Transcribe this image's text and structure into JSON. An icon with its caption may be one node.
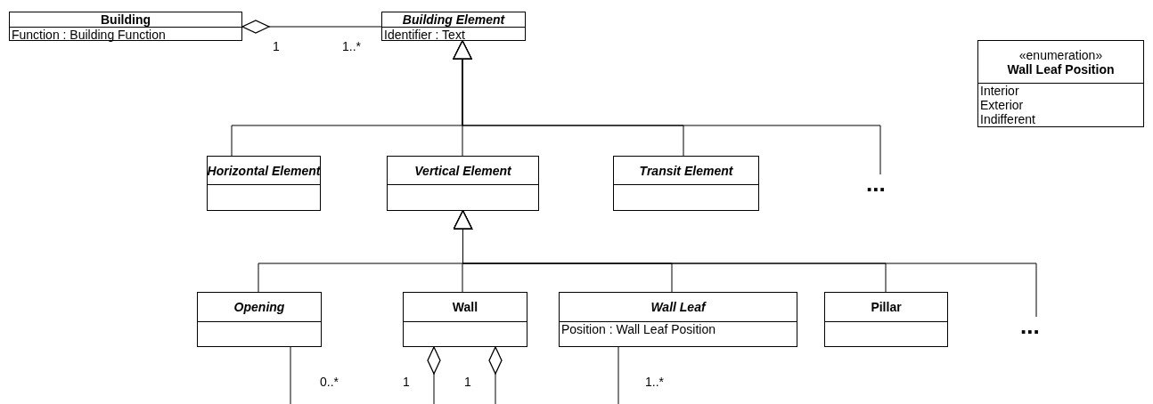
{
  "diagram": {
    "nodes": [
      {
        "text": [
          "Building",
          "Function : Building Function"
        ]
      },
      {
        "text": [
          "Building Element",
          "Identifier : Text"
        ]
      },
      {
        "text": [
          "Horizontal Element"
        ]
      },
      {
        "text": [
          "Vertical Element"
        ]
      },
      {
        "text": [
          "Transit Element"
        ]
      },
      {
        "text": [
          "..."
        ]
      },
      {
        "text": [
          "Opening"
        ]
      },
      {
        "text": [
          "Wall"
        ]
      },
      {
        "text": [
          "Wall Leaf",
          "Position : Wall Leaf Position"
        ]
      },
      {
        "text": [
          "Pillar"
        ]
      },
      {
        "text": [
          "..."
        ]
      },
      {
        "text": [
          "«enumeration»",
          "Wall Leaf Position",
          "Interior",
          "Exterior",
          "Indifferent"
        ]
      }
    ],
    "edges": [
      {
        "from": 1,
        "to": 0,
        "arrow": "other"
      },
      {
        "from": 2,
        "to": 1,
        "arrow": "to"
      },
      {
        "from": 3,
        "to": 1,
        "arrow": "to"
      },
      {
        "from": 4,
        "to": 1,
        "arrow": "to"
      },
      {
        "from": 5,
        "to": 1,
        "arrow": "to"
      },
      {
        "from": 6,
        "to": 3,
        "arrow": "to"
      },
      {
        "from": 7,
        "to": 3,
        "arrow": "to"
      },
      {
        "from": 8,
        "to": 3,
        "arrow": "to"
      },
      {
        "from": 9,
        "to": 3,
        "arrow": "to"
      },
      {
        "from": 10,
        "to": 3,
        "arrow": "to"
      },
      {
        "from": 6,
        "to": null,
        "arrow": "none"
      },
      {
        "from": null,
        "to": 7,
        "arrow": "other"
      },
      {
        "from": null,
        "to": 7,
        "arrow": "other"
      },
      {
        "from": 8,
        "to": null,
        "arrow": "none"
      }
    ],
    "labels": [
      "1",
      "1..*",
      "0..*",
      "1",
      "1",
      "1..*"
    ]
  }
}
